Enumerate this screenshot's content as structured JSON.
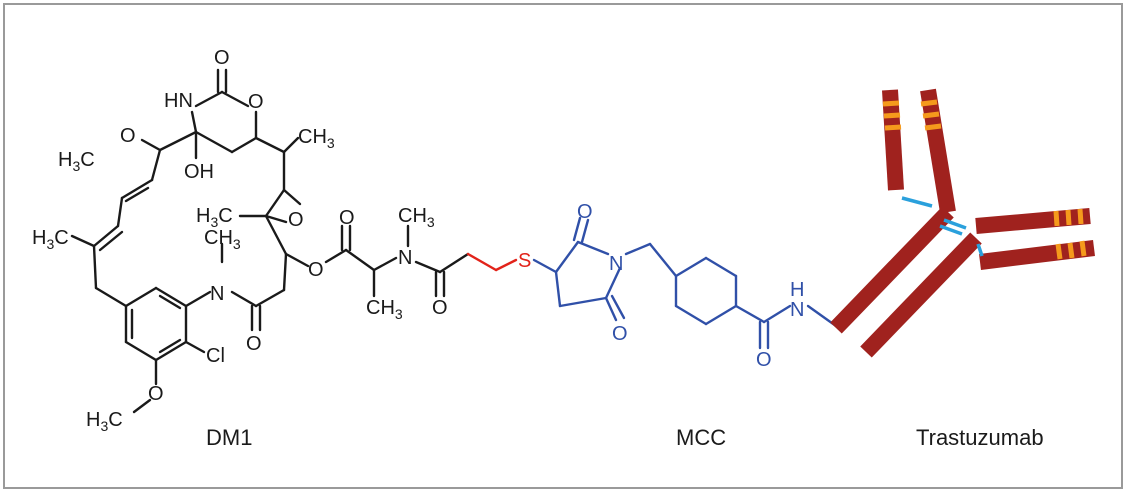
{
  "colors": {
    "black": "#1a1a1a",
    "linker_red": "#e2231a",
    "mcc_blue": "#3050a8",
    "antibody_red": "#a0221e",
    "antibody_band": "#f59a1c",
    "disulfide": "#2aa0dc",
    "frame_border": "#9a9a9a"
  },
  "captions": {
    "dm1": "DM1",
    "mcc": "MCC",
    "trastuzumab": "Trastuzumab"
  },
  "atoms": {
    "o": "O",
    "n": "N",
    "s": "S",
    "cl": "Cl",
    "oh": "OH",
    "hn": "HN",
    "h": "H",
    "h3c": "H",
    "ch3": "CH",
    "sub3": "3",
    "c_after": "C"
  }
}
